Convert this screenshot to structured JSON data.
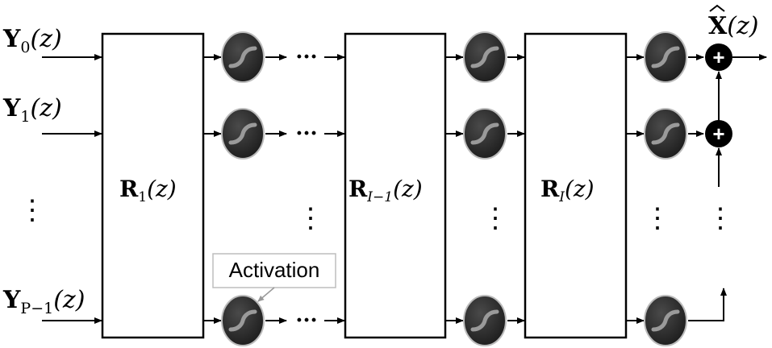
{
  "inputs": [
    {
      "symbol": "Y",
      "subscript": "0",
      "arg": "(z)"
    },
    {
      "symbol": "Y",
      "subscript": "1",
      "arg": "(z)"
    },
    {
      "symbol": "Y",
      "subscript": "P−1",
      "arg": "(z)"
    }
  ],
  "blocks": [
    {
      "symbol": "R",
      "subscript": "1",
      "arg": "(z)"
    },
    {
      "symbol": "R",
      "subscript": "I−1",
      "arg": "(z)"
    },
    {
      "symbol": "R",
      "subscript": "I",
      "arg": "(z)"
    }
  ],
  "output": {
    "symbol": "X",
    "arg": "(z)"
  },
  "annotation": {
    "label": "Activation"
  },
  "glyphs": {
    "ellipsis_h": "···",
    "ellipsis_v": "⋮",
    "plus": "+"
  }
}
